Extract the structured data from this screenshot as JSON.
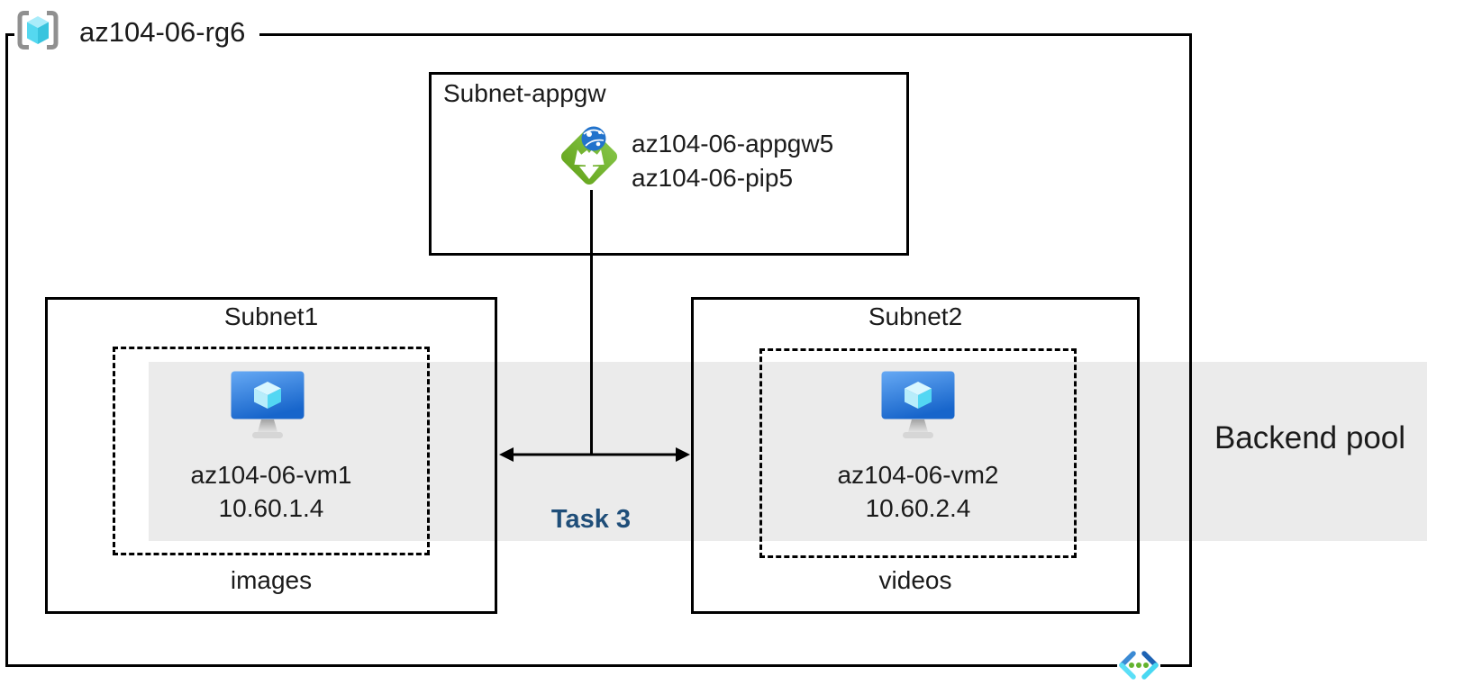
{
  "colors": {
    "background": "#ffffff",
    "border": "#000000",
    "backend_band": "#ebebeb",
    "task_text": "#1f4e79",
    "appgw_green": "#78ba31",
    "globe_blue": "#2273cc",
    "vm_blue_top": "#66a9f4",
    "vm_blue_bottom": "#1765cb",
    "cube_cyan": "#53d7f3",
    "bracket_gray": "#909090",
    "vnet_dark_blue": "#1e63b4",
    "vnet_light_cyan": "#55dff7",
    "vnet_dot_green": "#63b32e"
  },
  "diagram": {
    "resource_group": {
      "name": "az104-06-rg6"
    },
    "appgw_subnet": {
      "title": "Subnet-appgw",
      "gateway_name": "az104-06-appgw5",
      "public_ip_name": "az104-06-pip5"
    },
    "subnet1": {
      "title": "Subnet1",
      "vm_name": "az104-06-vm1",
      "vm_ip": "10.60.1.4",
      "caption": "images"
    },
    "subnet2": {
      "title": "Subnet2",
      "vm_name": "az104-06-vm2",
      "vm_ip": "10.60.2.4",
      "caption": "videos"
    },
    "backend_pool": {
      "label": "Backend pool"
    },
    "task": {
      "label": "Task 3"
    },
    "icons": {
      "resource_group": "resource-group-icon",
      "application_gateway": "application-gateway-icon",
      "virtual_machine": "virtual-machine-icon",
      "virtual_network": "virtual-network-icon"
    }
  }
}
